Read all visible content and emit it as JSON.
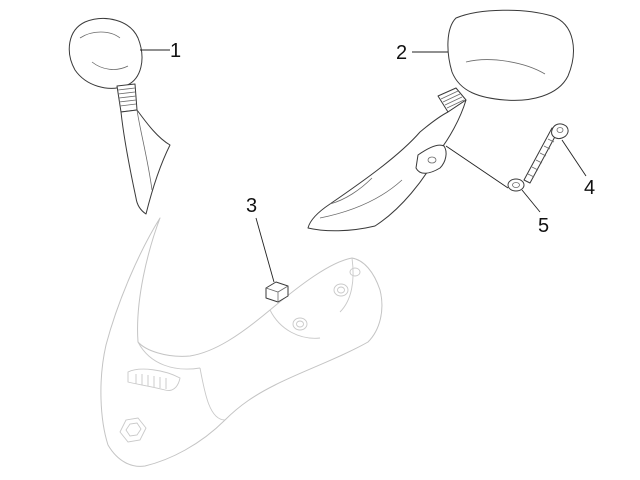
{
  "callouts": {
    "part_1": "1",
    "part_2": "2",
    "part_3": "3",
    "part_4": "4",
    "part_5": "5"
  },
  "colors": {
    "outline": "#3a3a3a",
    "ghost_outline": "#c4c4c4",
    "background": "#ffffff"
  }
}
